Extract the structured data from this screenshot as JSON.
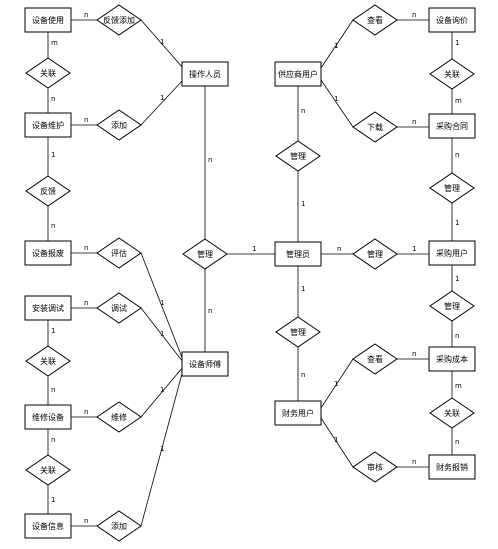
{
  "entities": {
    "device_use": "设备使用",
    "device_maintain": "设备维护",
    "device_scrap": "设备报废",
    "install_debug": "安装调试",
    "repair_device": "维修设备",
    "device_info": "设备信息",
    "operator": "操作人员",
    "technician": "设备师傅",
    "admin": "管理员",
    "supplier": "供应商用户",
    "finance": "财务用户",
    "device_inquiry": "设备询价",
    "purchase_contract": "采购合同",
    "purchase_user": "采购用户",
    "purchase_cost": "采购成本",
    "finance_reimburse": "财务报销"
  },
  "relationships": {
    "feedback_add": "反馈添加",
    "assoc_1": "关联",
    "add_1": "添加",
    "feedback": "反馈",
    "evaluate": "评估",
    "debug": "调试",
    "assoc_2": "关联",
    "repair": "维修",
    "assoc_3": "关联",
    "add_2": "添加",
    "manage_center": "管理",
    "view_1": "查看",
    "assoc_4": "关联",
    "download": "下载",
    "manage_supplier": "管理",
    "manage_contract": "管理",
    "manage_purchase": "管理",
    "manage_cost": "管理",
    "manage_finance": "管理",
    "view_2": "查看",
    "assoc_5": "关联",
    "audit": "审核"
  },
  "cardinalities": {
    "use_feedback": "n",
    "feedback_operator": "1",
    "use_assoc": "m",
    "assoc_maintain": "n",
    "maintain_add": "n",
    "add_operator": "1",
    "maintain_feedback": "1",
    "feedback_scrap": "n",
    "scrap_evaluate": "n",
    "evaluate_technician": "1",
    "install_debug": "n",
    "debug_technician": "1",
    "install_assoc": "1",
    "assoc_repair": "n",
    "repair_repair": "n",
    "repair_technician": "1",
    "repairdev_assoc": "n",
    "assoc_info": "1",
    "info_add": "n",
    "add_technician": "1",
    "operator_manage": "n",
    "technician_manage": "n",
    "manage_admin": "1",
    "supplier_view": "1",
    "view_inquiry": "n",
    "supplier_download": "1",
    "download_contract": "n",
    "inquiry_assoc": "1",
    "assoc_contract": "m",
    "supplier_manage": "n",
    "manage_admin_sup": "1",
    "contract_manage": "n",
    "manage_purchaseuser": "1",
    "admin_manage_purchase": "n",
    "manage_purchaseuser2": "1",
    "purchaseuser_manage": "1",
    "manage_cost": "n",
    "admin_manage_fin": "1",
    "manage_finance": "n",
    "finance_view": "1",
    "view_cost": "n",
    "cost_assoc": "m",
    "assoc_reimburse": "n",
    "finance_audit": "1",
    "audit_reimburse": "n"
  }
}
